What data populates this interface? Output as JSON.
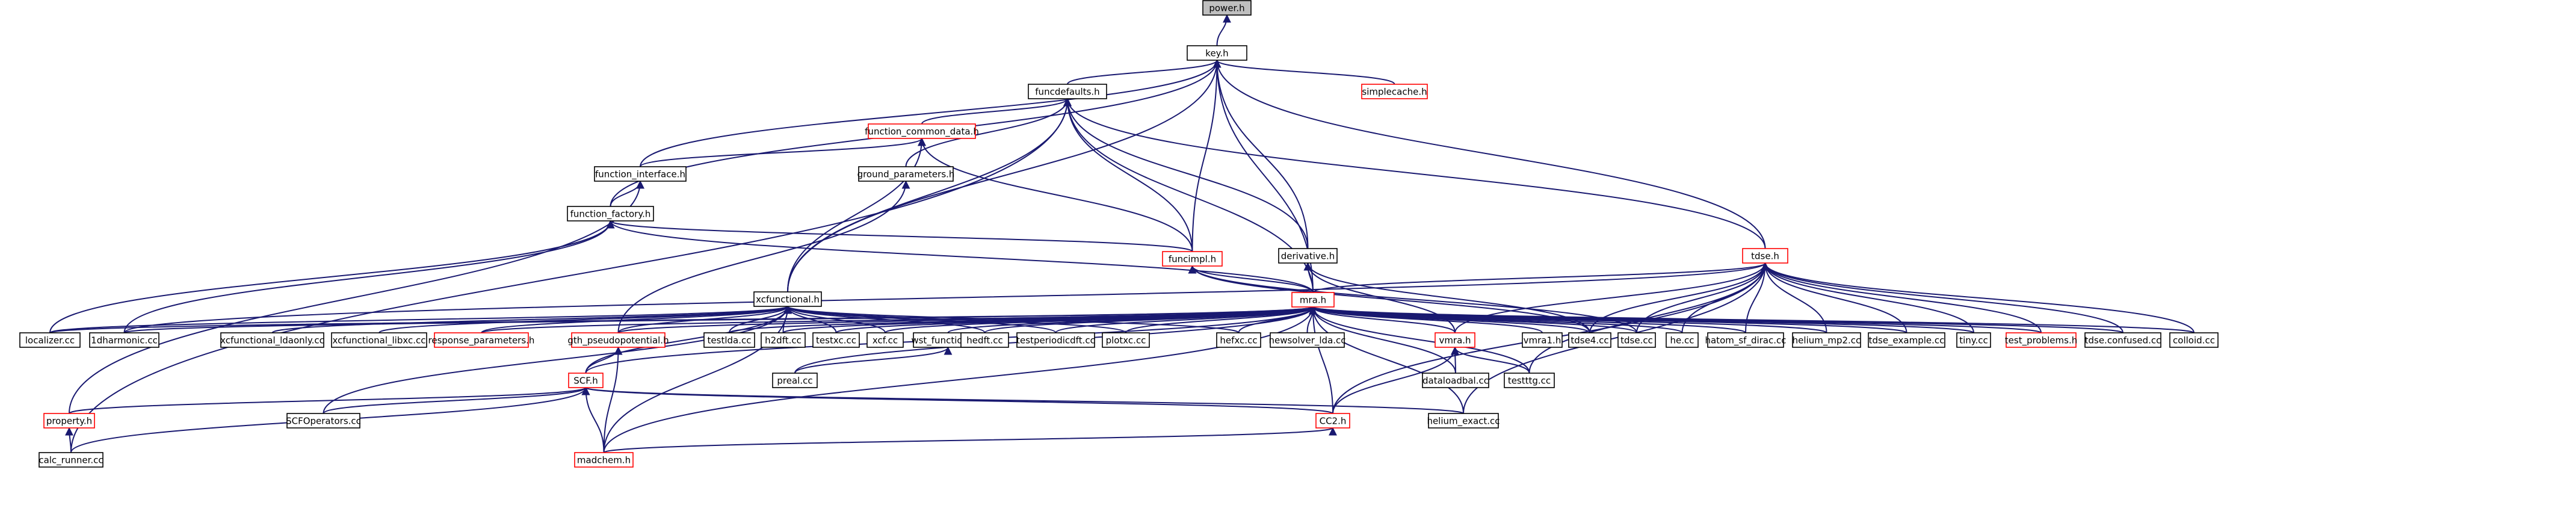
{
  "nodes": [
    {
      "id": "power_h",
      "label": "power.h",
      "style": "root"
    },
    {
      "id": "key_h",
      "label": "key.h",
      "style": "black"
    },
    {
      "id": "simplecache_h",
      "label": "simplecache.h",
      "style": "red"
    },
    {
      "id": "funcdefaults_h",
      "label": "funcdefaults.h",
      "style": "black"
    },
    {
      "id": "function_common_data_h",
      "label": "function_common_data.h",
      "style": "red"
    },
    {
      "id": "function_interface_h",
      "label": "function_interface.h",
      "style": "black"
    },
    {
      "id": "ground_parameters_h",
      "label": "ground_parameters.h",
      "style": "black"
    },
    {
      "id": "function_factory_h",
      "label": "function_factory.h",
      "style": "black"
    },
    {
      "id": "derivative_h",
      "label": "derivative.h",
      "style": "black"
    },
    {
      "id": "funcimpl_h",
      "label": "funcimpl.h",
      "style": "red"
    },
    {
      "id": "tdse_h",
      "label": "tdse.h",
      "style": "red"
    },
    {
      "id": "xcfunctional_h",
      "label": "xcfunctional.h",
      "style": "black"
    },
    {
      "id": "mra_h",
      "label": "mra.h",
      "style": "red"
    },
    {
      "id": "localizer_cc",
      "label": "localizer.cc",
      "style": "black"
    },
    {
      "id": "1dharmonic_cc",
      "label": "1dharmonic.cc",
      "style": "black"
    },
    {
      "id": "xcfunctional_ldaonly_cc",
      "label": "xcfunctional_ldaonly.cc",
      "style": "black"
    },
    {
      "id": "xcfunctional_libxc_cc",
      "label": "xcfunctional_libxc.cc",
      "style": "black"
    },
    {
      "id": "response_parameters_h",
      "label": "response_parameters.h",
      "style": "red"
    },
    {
      "id": "gth_pseudopotential_h",
      "label": "gth_pseudopotential.h",
      "style": "red"
    },
    {
      "id": "testlda_cc",
      "label": "testlda.cc",
      "style": "black"
    },
    {
      "id": "h2dft_cc",
      "label": "h2dft.cc",
      "style": "black"
    },
    {
      "id": "testxc_cc",
      "label": "testxc.cc",
      "style": "black"
    },
    {
      "id": "xcf_cc",
      "label": "xcf.cc",
      "style": "black"
    },
    {
      "id": "wst_functional_h",
      "label": "wst_functional.h",
      "style": "black"
    },
    {
      "id": "hedft_cc",
      "label": "hedft.cc",
      "style": "black"
    },
    {
      "id": "testperiodicdft_cc",
      "label": "testperiodicdft.cc",
      "style": "black"
    },
    {
      "id": "plotxc_cc",
      "label": "plotxc.cc",
      "style": "black"
    },
    {
      "id": "hefxc_cc",
      "label": "hefxc.cc",
      "style": "black"
    },
    {
      "id": "newsolver_lda_cc",
      "label": "newsolver_lda.cc",
      "style": "black"
    },
    {
      "id": "vmra_h",
      "label": "vmra.h",
      "style": "red"
    },
    {
      "id": "vmra1_h",
      "label": "vmra1.h",
      "style": "black"
    },
    {
      "id": "tdse4_cc",
      "label": "tdse4.cc",
      "style": "black"
    },
    {
      "id": "tdse_cc",
      "label": "tdse.cc",
      "style": "black"
    },
    {
      "id": "he_cc",
      "label": "he.cc",
      "style": "black"
    },
    {
      "id": "hatom_sf_dirac_cc",
      "label": "hatom_sf_dirac.cc",
      "style": "black"
    },
    {
      "id": "helium_mp2_cc",
      "label": "helium_mp2.cc",
      "style": "black"
    },
    {
      "id": "tdse_example_cc",
      "label": "tdse_example.cc",
      "style": "black"
    },
    {
      "id": "tiny_cc",
      "label": "tiny.cc",
      "style": "black"
    },
    {
      "id": "test_problems_h",
      "label": "test_problems.h",
      "style": "red"
    },
    {
      "id": "tdse_confused_cc",
      "label": "tdse.confused.cc",
      "style": "black"
    },
    {
      "id": "colloid_cc",
      "label": "colloid.cc",
      "style": "black"
    },
    {
      "id": "scf_h",
      "label": "SCF.h",
      "style": "red"
    },
    {
      "id": "preal_cc",
      "label": "preal.cc",
      "style": "black"
    },
    {
      "id": "dataloadbal_cc",
      "label": "dataloadbal.cc",
      "style": "black"
    },
    {
      "id": "testttg_cc",
      "label": "testttg.cc",
      "style": "black"
    },
    {
      "id": "property_h",
      "label": "property.h",
      "style": "red"
    },
    {
      "id": "scfoperators_cc",
      "label": "SCFOperators.cc",
      "style": "black"
    },
    {
      "id": "cc2_h",
      "label": "CC2.h",
      "style": "red"
    },
    {
      "id": "helium_exact_cc",
      "label": "helium_exact.cc",
      "style": "black"
    },
    {
      "id": "calc_runner_cc",
      "label": "calc_runner.cc",
      "style": "black"
    },
    {
      "id": "madchem_h",
      "label": "madchem.h",
      "style": "red"
    }
  ],
  "edges": [
    [
      "key_h",
      "power_h"
    ],
    [
      "simplecache_h",
      "key_h"
    ],
    [
      "funcdefaults_h",
      "key_h"
    ],
    [
      "function_interface_h",
      "key_h"
    ],
    [
      "function_factory_h",
      "key_h"
    ],
    [
      "funcimpl_h",
      "key_h"
    ],
    [
      "derivative_h",
      "key_h"
    ],
    [
      "tdse_h",
      "key_h"
    ],
    [
      "mra_h",
      "key_h"
    ],
    [
      "xcfunctional_h",
      "key_h"
    ],
    [
      "function_common_data_h",
      "funcdefaults_h"
    ],
    [
      "ground_parameters_h",
      "funcdefaults_h"
    ],
    [
      "funcimpl_h",
      "funcdefaults_h"
    ],
    [
      "derivative_h",
      "funcdefaults_h"
    ],
    [
      "tdse_h",
      "funcdefaults_h"
    ],
    [
      "mra_h",
      "funcdefaults_h"
    ],
    [
      "xcfunctional_h",
      "funcdefaults_h"
    ],
    [
      "calc_runner_cc",
      "funcdefaults_h"
    ],
    [
      "function_interface_h",
      "function_common_data_h"
    ],
    [
      "funcimpl_h",
      "function_common_data_h"
    ],
    [
      "xcfunctional_h",
      "function_common_data_h"
    ],
    [
      "function_factory_h",
      "function_interface_h"
    ],
    [
      "property_h",
      "function_interface_h"
    ],
    [
      "gth_pseudopotential_h",
      "ground_parameters_h"
    ],
    [
      "funcimpl_h",
      "function_factory_h"
    ],
    [
      "mra_h",
      "function_factory_h"
    ],
    [
      "localizer_cc",
      "function_factory_h"
    ],
    [
      "1dharmonic_cc",
      "function_factory_h"
    ],
    [
      "mra_h",
      "funcimpl_h"
    ],
    [
      "tdse4_cc",
      "funcimpl_h"
    ],
    [
      "tdse_cc",
      "funcimpl_h"
    ],
    [
      "mra_h",
      "derivative_h"
    ],
    [
      "vmra_h",
      "derivative_h"
    ],
    [
      "tdse4_cc",
      "derivative_h"
    ],
    [
      "mra_h",
      "tdse_h"
    ],
    [
      "1dharmonic_cc",
      "tdse_h"
    ],
    [
      "vmra_h",
      "tdse_h"
    ],
    [
      "tdse4_cc",
      "tdse_h"
    ],
    [
      "tdse_cc",
      "tdse_h"
    ],
    [
      "he_cc",
      "tdse_h"
    ],
    [
      "hatom_sf_dirac_cc",
      "tdse_h"
    ],
    [
      "helium_mp2_cc",
      "tdse_h"
    ],
    [
      "tdse_example_cc",
      "tdse_h"
    ],
    [
      "tiny_cc",
      "tdse_h"
    ],
    [
      "test_problems_h",
      "tdse_h"
    ],
    [
      "tdse_confused_cc",
      "tdse_h"
    ],
    [
      "colloid_cc",
      "tdse_h"
    ],
    [
      "testttg_cc",
      "tdse_h"
    ],
    [
      "cc2_h",
      "tdse_h"
    ],
    [
      "helium_exact_cc",
      "tdse_h"
    ],
    [
      "localizer_cc",
      "xcfunctional_h"
    ],
    [
      "xcfunctional_ldaonly_cc",
      "xcfunctional_h"
    ],
    [
      "xcfunctional_libxc_cc",
      "xcfunctional_h"
    ],
    [
      "response_parameters_h",
      "xcfunctional_h"
    ],
    [
      "gth_pseudopotential_h",
      "xcfunctional_h"
    ],
    [
      "testlda_cc",
      "xcfunctional_h"
    ],
    [
      "h2dft_cc",
      "xcfunctional_h"
    ],
    [
      "testxc_cc",
      "xcfunctional_h"
    ],
    [
      "xcf_cc",
      "xcfunctional_h"
    ],
    [
      "hedft_cc",
      "xcfunctional_h"
    ],
    [
      "testperiodicdft_cc",
      "xcfunctional_h"
    ],
    [
      "plotxc_cc",
      "xcfunctional_h"
    ],
    [
      "hefxc_cc",
      "xcfunctional_h"
    ],
    [
      "scf_h",
      "xcfunctional_h"
    ],
    [
      "scfoperators_cc",
      "xcfunctional_h"
    ],
    [
      "madchem_h",
      "xcfunctional_h"
    ],
    [
      "localizer_cc",
      "mra_h"
    ],
    [
      "1dharmonic_cc",
      "mra_h"
    ],
    [
      "response_parameters_h",
      "mra_h"
    ],
    [
      "gth_pseudopotential_h",
      "mra_h"
    ],
    [
      "testlda_cc",
      "mra_h"
    ],
    [
      "h2dft_cc",
      "mra_h"
    ],
    [
      "testxc_cc",
      "mra_h"
    ],
    [
      "xcf_cc",
      "mra_h"
    ],
    [
      "wst_functional_h",
      "mra_h"
    ],
    [
      "hedft_cc",
      "mra_h"
    ],
    [
      "testperiodicdft_cc",
      "mra_h"
    ],
    [
      "plotxc_cc",
      "mra_h"
    ],
    [
      "hefxc_cc",
      "mra_h"
    ],
    [
      "newsolver_lda_cc",
      "mra_h"
    ],
    [
      "vmra_h",
      "mra_h"
    ],
    [
      "vmra1_h",
      "mra_h"
    ],
    [
      "tdse4_cc",
      "mra_h"
    ],
    [
      "tdse_cc",
      "mra_h"
    ],
    [
      "he_cc",
      "mra_h"
    ],
    [
      "hatom_sf_dirac_cc",
      "mra_h"
    ],
    [
      "helium_mp2_cc",
      "mra_h"
    ],
    [
      "tdse_example_cc",
      "mra_h"
    ],
    [
      "tiny_cc",
      "mra_h"
    ],
    [
      "test_problems_h",
      "mra_h"
    ],
    [
      "tdse_confused_cc",
      "mra_h"
    ],
    [
      "colloid_cc",
      "mra_h"
    ],
    [
      "scf_h",
      "mra_h"
    ],
    [
      "preal_cc",
      "mra_h"
    ],
    [
      "dataloadbal_cc",
      "mra_h"
    ],
    [
      "testttg_cc",
      "mra_h"
    ],
    [
      "cc2_h",
      "mra_h"
    ],
    [
      "helium_exact_cc",
      "mra_h"
    ],
    [
      "madchem_h",
      "mra_h"
    ],
    [
      "scf_h",
      "gth_pseudopotential_h"
    ],
    [
      "madchem_h",
      "gth_pseudopotential_h"
    ],
    [
      "preal_cc",
      "wst_functional_h"
    ],
    [
      "dataloadbal_cc",
      "vmra_h"
    ],
    [
      "testttg_cc",
      "vmra_h"
    ],
    [
      "cc2_h",
      "vmra_h"
    ],
    [
      "property_h",
      "scf_h"
    ],
    [
      "scfoperators_cc",
      "scf_h"
    ],
    [
      "calc_runner_cc",
      "scf_h"
    ],
    [
      "cc2_h",
      "scf_h"
    ],
    [
      "helium_exact_cc",
      "scf_h"
    ],
    [
      "madchem_h",
      "scf_h"
    ],
    [
      "calc_runner_cc",
      "property_h"
    ],
    [
      "madchem_h",
      "cc2_h"
    ]
  ]
}
